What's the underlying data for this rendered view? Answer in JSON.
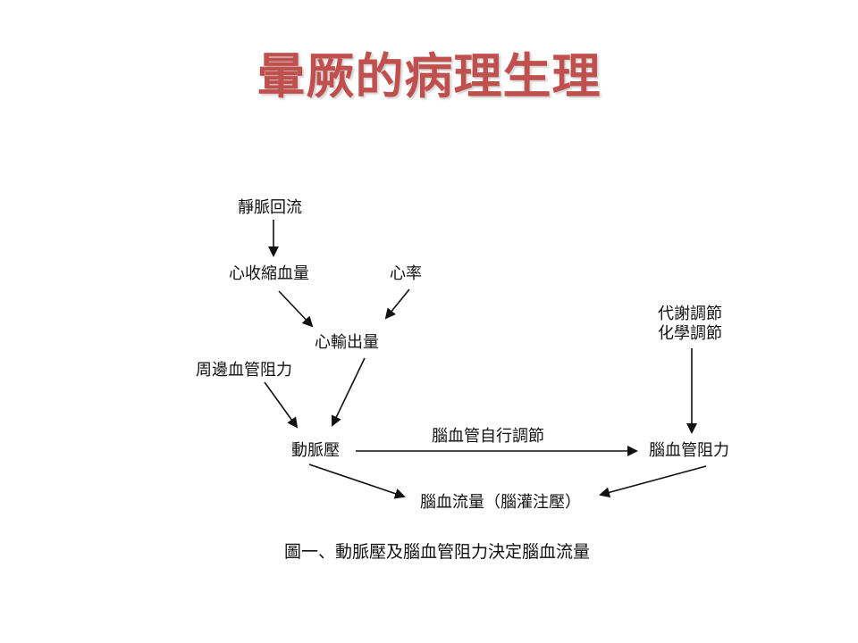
{
  "slide": {
    "title": "暈厥的病理生理",
    "title_color": "#c0504d"
  },
  "diagram": {
    "nodes": {
      "venous_return": "靜脈回流",
      "stroke_volume": "心收縮血量",
      "heart_rate": "心率",
      "cardiac_output": "心輸出量",
      "peripheral_resistance": "周邊血管阻力",
      "arterial_pressure": "動脈壓",
      "metabolic_regulation_line1": "代謝調節",
      "metabolic_regulation_line2": "化學調節",
      "cerebrovascular_resistance": "腦血管阻力",
      "cerebral_blood_flow": "腦血流量（腦灌注壓）"
    },
    "edge_labels": {
      "autoregulation": "腦血管自行調節"
    },
    "caption": "圖一、動脈壓及腦血管阻力決定腦血流量"
  }
}
